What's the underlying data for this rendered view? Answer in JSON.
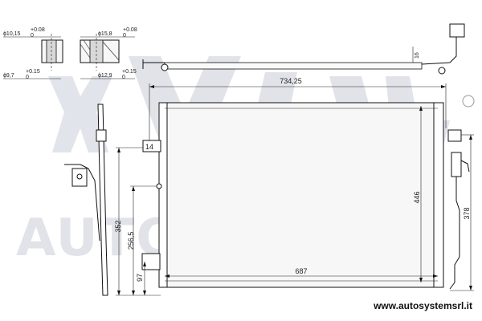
{
  "watermark": {
    "brand": "AUTOSYSTEM"
  },
  "website": "www.autosystemsrl.it",
  "fittings": {
    "top_left_label": "ϕ10,15",
    "top_left_tol": "+0.08",
    "top_left_tol2": "0",
    "bottom_left_label": "ϕ9,7",
    "bottom_left_tol": "+0.15",
    "bottom_left_tol2": "0",
    "top_right_label": "ϕ15,8",
    "top_right_tol": "+0.08",
    "top_right_tol2": "0",
    "bottom_right_label": "ϕ12,9",
    "bottom_right_tol": "+0.15",
    "bottom_right_tol2": "0"
  },
  "dimensions": {
    "overall_width": "734,25",
    "core_width": "687",
    "height_446": "446",
    "height_378": "378",
    "height_352": "352",
    "height_256": "256,5",
    "height_97": "97",
    "offset_16": "16",
    "bracket_14": "14"
  }
}
